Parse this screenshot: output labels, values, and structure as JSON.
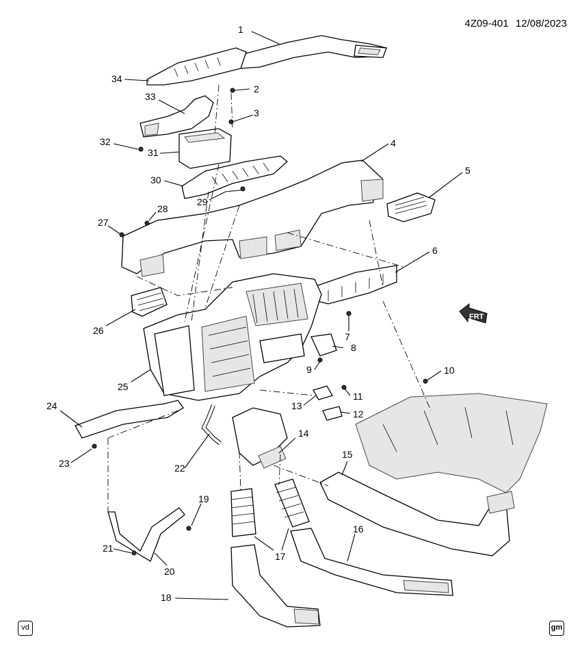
{
  "header": {
    "diagram_id": "4Z09-401",
    "date": "12/08/2023"
  },
  "corner_left_label": "vd",
  "corner_right_label": "gm",
  "front_arrow_label": "FRT",
  "callouts": [
    "1",
    "2",
    "3",
    "4",
    "5",
    "6",
    "7",
    "8",
    "9",
    "10",
    "11",
    "12",
    "13",
    "14",
    "15",
    "16",
    "17",
    "17",
    "18",
    "19",
    "20",
    "21",
    "22",
    "23",
    "24",
    "25",
    "26",
    "27",
    "28",
    "29",
    "30",
    "31",
    "32",
    "33",
    "34"
  ]
}
